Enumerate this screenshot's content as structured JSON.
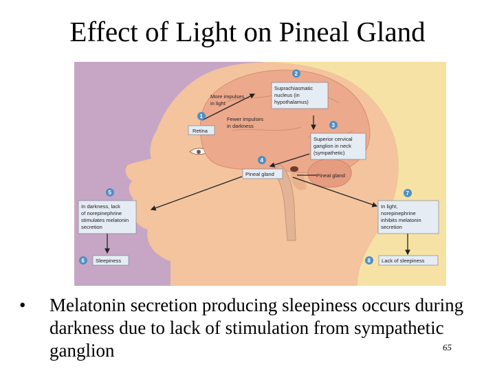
{
  "slide": {
    "title": "Effect of Light on Pineal Gland",
    "bullet": "Melatonin secretion producing sleepiness occurs during darkness due to lack of stimulation from sympathetic ganglion",
    "page_number": "65"
  },
  "diagram": {
    "colors": {
      "left_bg": "#c7a6c5",
      "right_bg": "#f7e2a6",
      "skin": "#f3c49e",
      "brain": "#eda98c",
      "label_box": "#e5ecf3",
      "badge": "#4f8fc3"
    },
    "boxes": {
      "retina": "Retina",
      "suprachiasmatic": [
        "Suprachiasmatic",
        "nucleus (in",
        "hypothalamus)"
      ],
      "superior_cervical": [
        "Superior cervical",
        "ganglion in neck",
        "(sympathetic)"
      ],
      "pineal_gland_box": "Pineal gland",
      "darkness_melatonin": [
        "In darkness, lack",
        "of norepinephrine",
        "stimulates melatonin",
        "secretion"
      ],
      "light_melatonin": [
        "In light,",
        "norepinephrine",
        "inhibits melatonin",
        "secretion"
      ],
      "sleepiness": "Sleepiness",
      "lack_of_sleepiness": "Lack of sleepiness"
    },
    "annotations": {
      "more_impulses": [
        "More impulses",
        "in light"
      ],
      "fewer_impulses": [
        "Fewer impulses",
        "in darkness"
      ],
      "pineal_gland_pointer": "Pineal gland"
    },
    "steps": [
      "1",
      "2",
      "3",
      "4",
      "5",
      "6",
      "7",
      "8"
    ]
  }
}
